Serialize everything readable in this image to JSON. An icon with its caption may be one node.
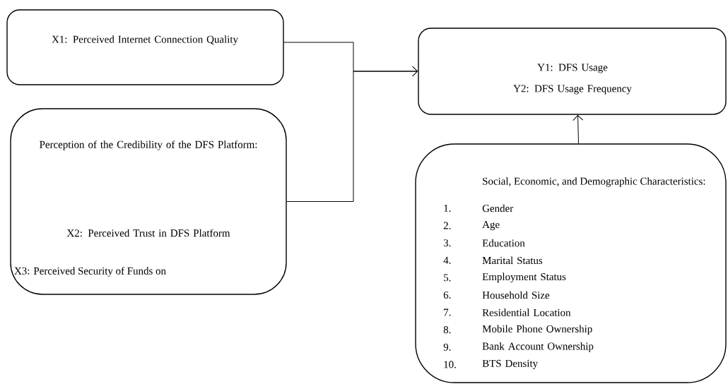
{
  "diagram": {
    "nodes": [
      {
        "text": [
          "X1: Perceived Internet Connection Quality"
        ]
      },
      {
        "text": [
          "Perception of the Credibility of the DFS Platform:",
          "X2: Perceived Trust in DFS Platform",
          "X3: Perceived Security of Funds on"
        ]
      },
      {
        "text": [
          "Y1: DFS Usage",
          "Y2: DFS Usage Frequency"
        ]
      },
      {
        "text": [
          "Social, Economic, and Demographic Characteristics:",
          "1.",
          "Gender",
          "2.",
          "Age",
          "3.",
          "Education",
          "4.",
          "Marital Status",
          "5.",
          "Employment Status",
          "6.",
          "Household Size",
          "7.",
          "Residential Location",
          "8.",
          "Mobile Phone Ownership",
          "9.",
          "Bank Account Ownership",
          "10.",
          "BTS Density"
        ]
      }
    ],
    "edges": [
      {
        "from": 0,
        "to": 2,
        "arrow": "to"
      },
      {
        "from": 1,
        "to": 2,
        "arrow": "to"
      },
      {
        "from": 3,
        "to": 2,
        "arrow": "to"
      }
    ]
  }
}
